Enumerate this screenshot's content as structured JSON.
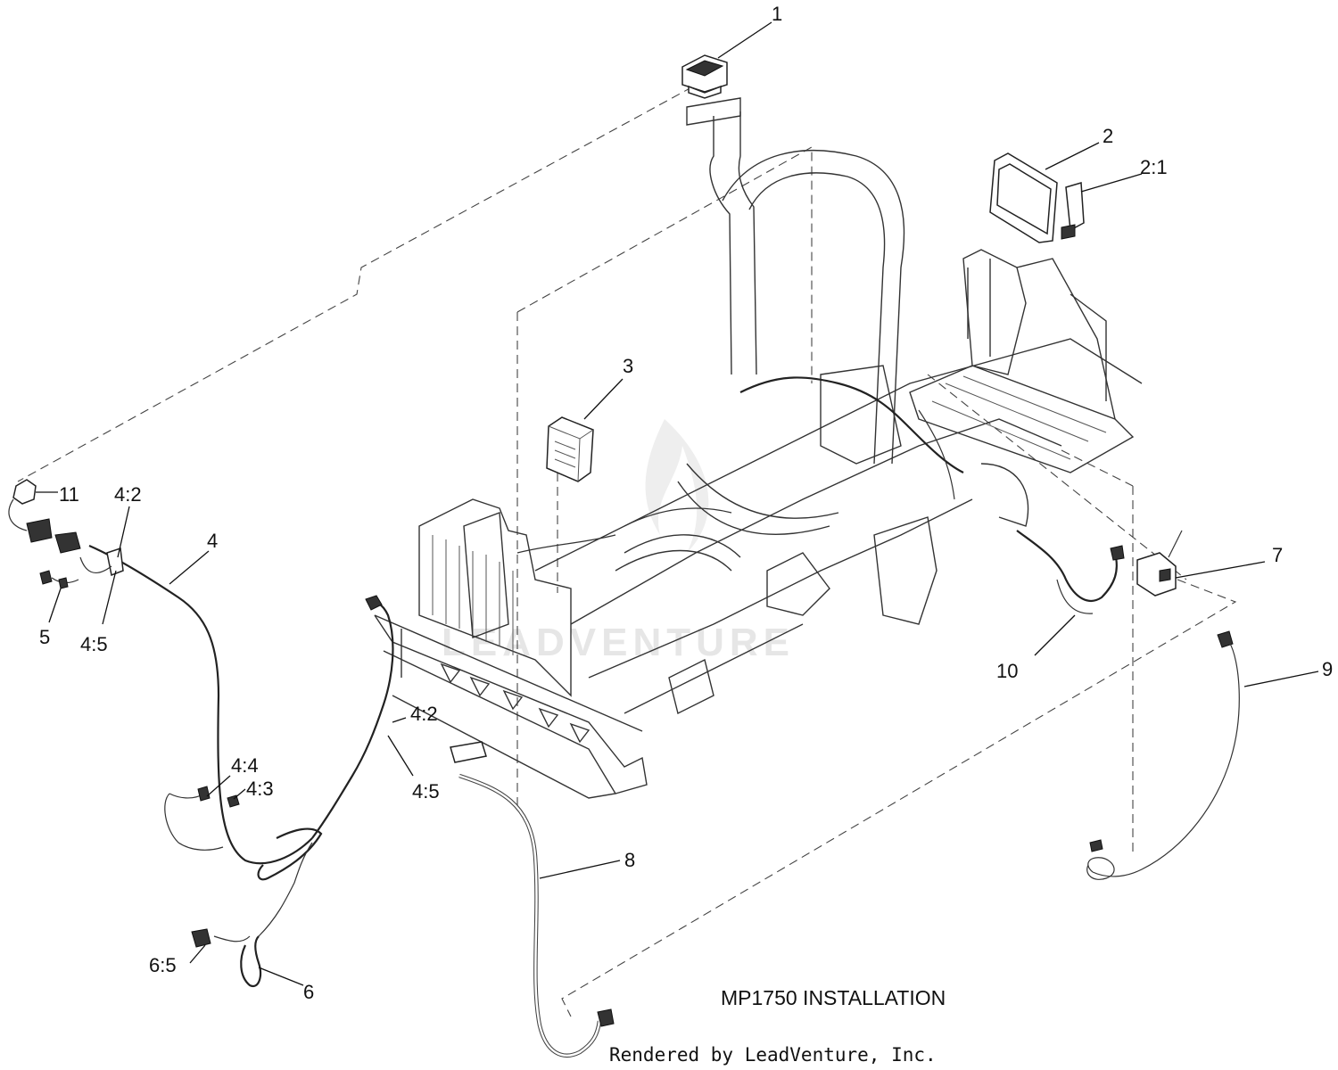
{
  "title": "MP1750 INSTALLATION",
  "credit": "Rendered by LeadVenture, Inc.",
  "watermark": "LEADVENTURE",
  "callouts": {
    "c1": "1",
    "c2": "2",
    "c2_1": "2:1",
    "c3": "3",
    "c4": "4",
    "c4_2a": "4:2",
    "c4_5a": "4:5",
    "c4_2b": "4:2",
    "c4_5b": "4:5",
    "c4_4": "4:4",
    "c4_3": "4:3",
    "c5": "5",
    "c6": "6",
    "c6_5": "6:5",
    "c7": "7",
    "c8": "8",
    "c9": "9",
    "c10": "10",
    "c11": "11"
  }
}
